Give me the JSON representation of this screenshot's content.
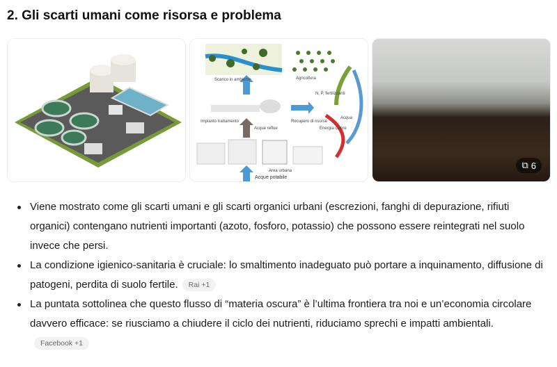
{
  "section": {
    "title": "2. Gli scarti umani come risorsa e problema"
  },
  "diagram": {
    "labels": [
      "Scarico in ambiente",
      "Agricoltura",
      "N, P, fertilizzanti",
      "Impianto trattamento",
      "Recupero di risorse",
      "Acqua",
      "Acque reflue",
      "Energia calore",
      "Area urbana",
      "Acque potabile"
    ]
  },
  "gallery": {
    "count": "6",
    "icon": "gallery-icon"
  },
  "bullets": [
    {
      "text": "Viene mostrato come gli scarti umani e gli scarti organici urbani (escrezioni, fanghi di depurazione, rifiuti organici) contengano nutrienti importanti (azoto, fosforo, potassio) che possono essere reintegrati nel suolo invece che persi.",
      "source": ""
    },
    {
      "text": "La condizione igienico-sanitaria è cruciale: lo smaltimento inadeguato può portare a inquinamento, diffusione di patogeni, perdita di suolo fertile.",
      "source": "Rai +1"
    },
    {
      "text": "La puntata sottolinea che questo flusso di “materia oscura” è l’ultima frontiera tra noi e un’economia circolare davvero efficace: se riusciamo a chiudere il ciclo dei nutrienti, riduciamo sprechi e impatti ambientali.",
      "source": "Facebook +1"
    }
  ]
}
